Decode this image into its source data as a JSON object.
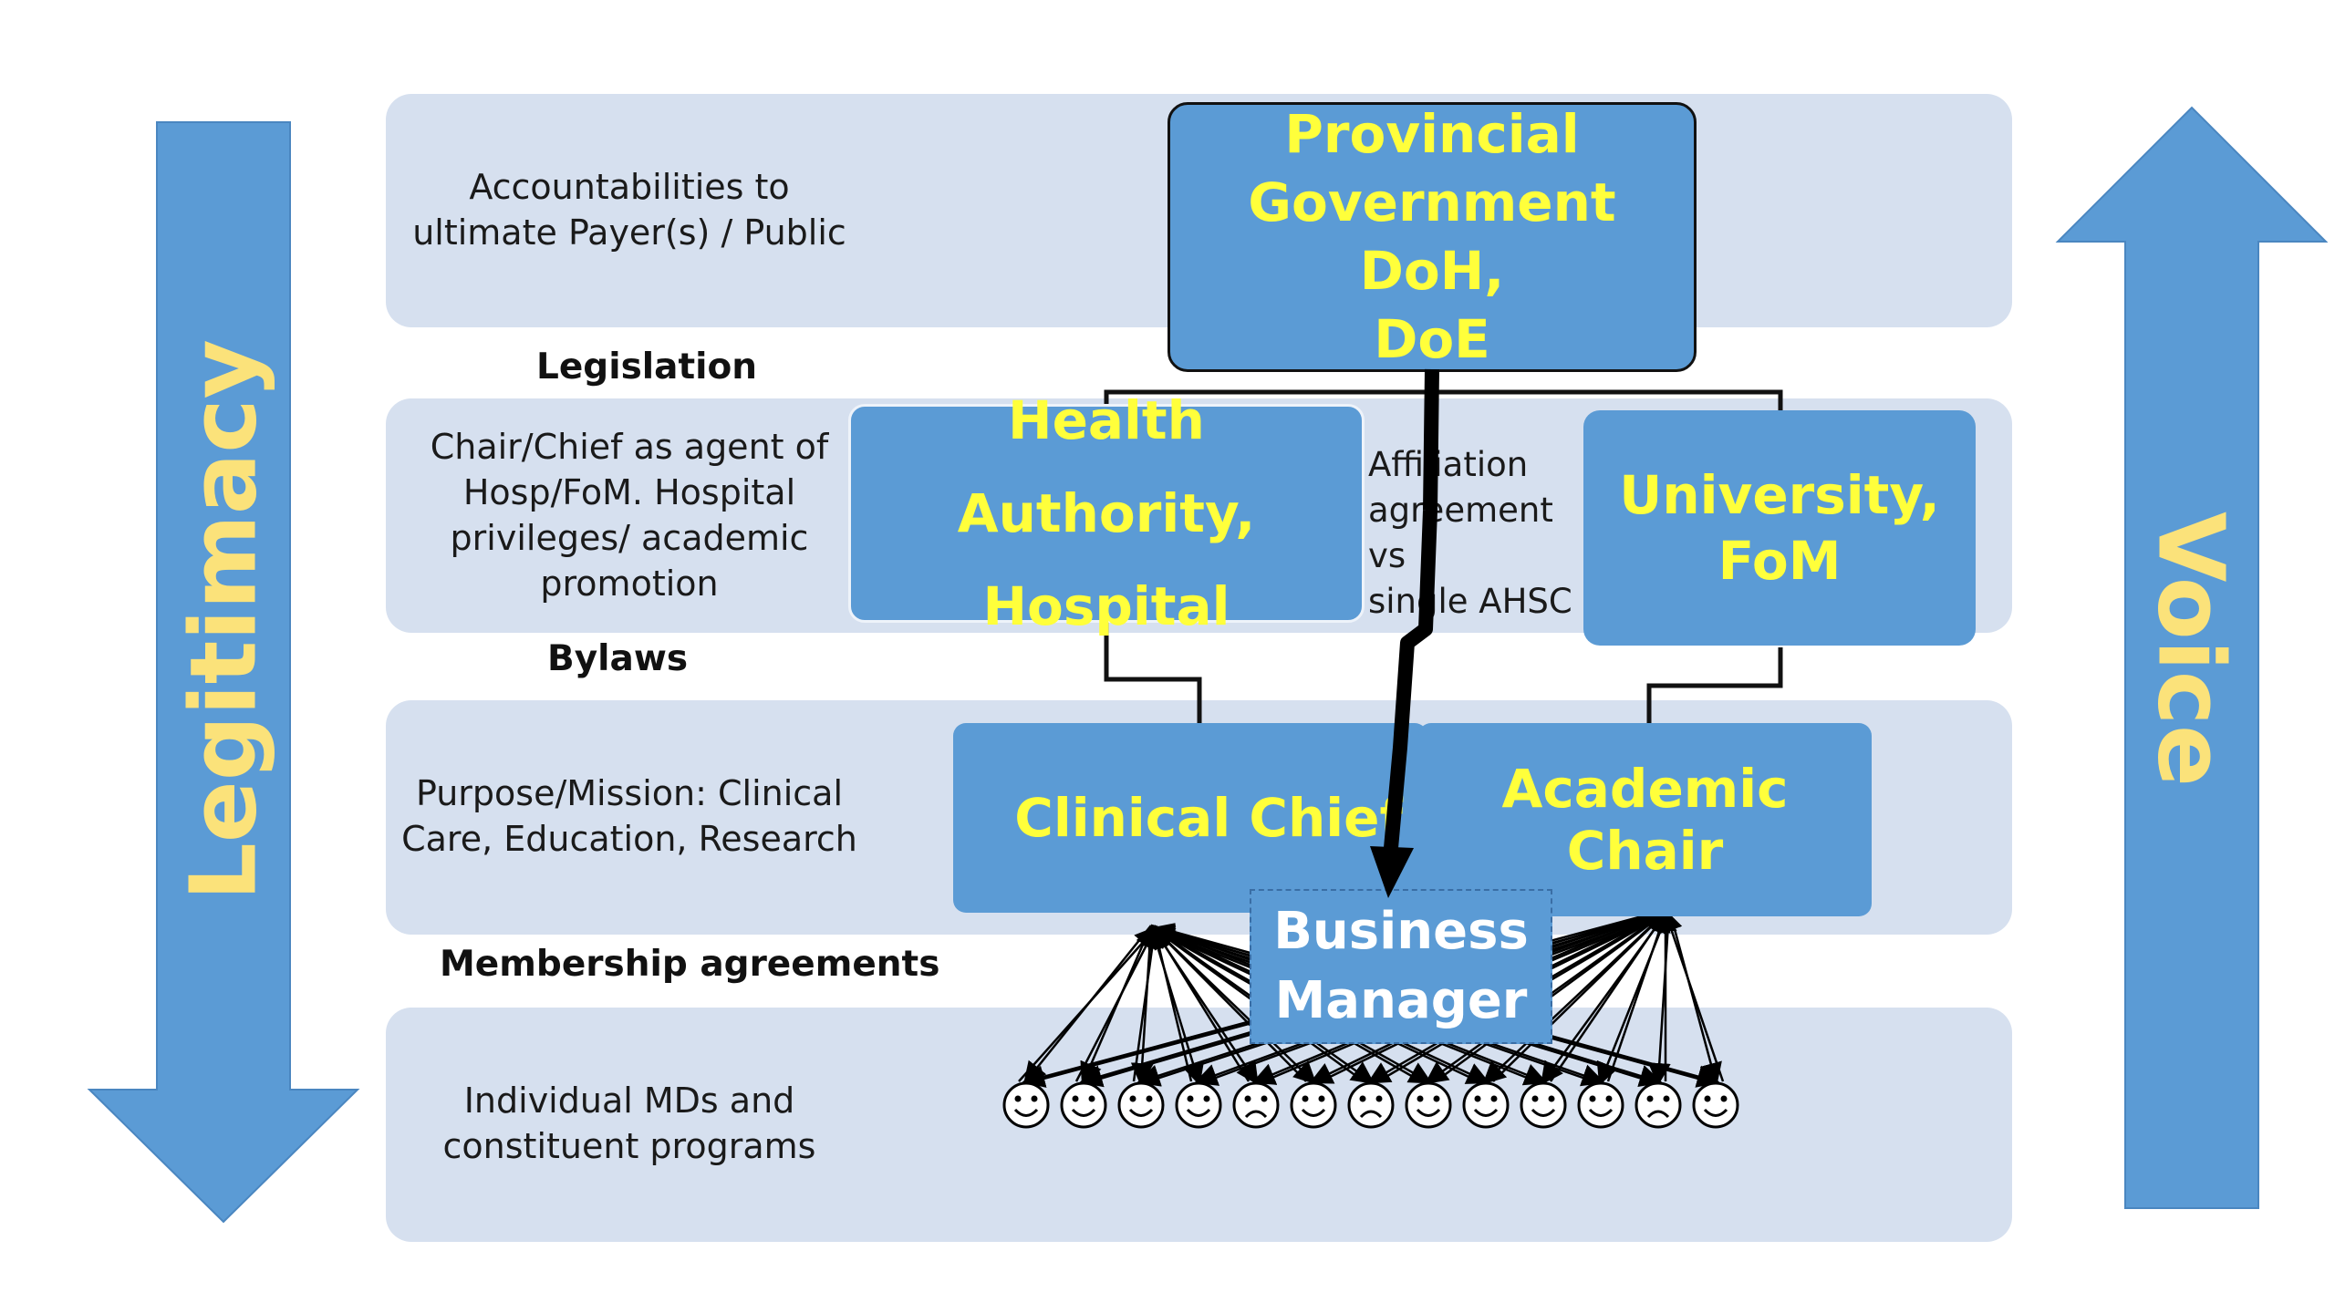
{
  "sides": {
    "left_label": "Legitimacy",
    "right_label": "Voice"
  },
  "bands": [
    {
      "text_lines": [
        "Accountabilities to",
        "ultimate Payer(s) / Public"
      ]
    },
    {
      "text_lines": [
        "Chair/Chief as agent of",
        "Hosp/FoM. Hospital",
        "privileges/ academic",
        "promotion"
      ]
    },
    {
      "text_lines": [
        "Purpose/Mission: Clinical",
        "Care, Education, Research"
      ]
    },
    {
      "text_lines": [
        "Individual MDs and",
        "constituent programs"
      ]
    }
  ],
  "between_labels": {
    "legislation": "Legislation",
    "bylaws": "Bylaws",
    "membership": "Membership agreements"
  },
  "boxes": {
    "provincial": [
      "Provincial",
      "Government DoH,",
      "DoE"
    ],
    "health_authority": [
      "Health Authority,",
      "Hospital"
    ],
    "university": [
      "University,",
      "FoM"
    ],
    "clinical_chief": "Clinical Chief",
    "academic_chair": "Academic Chair",
    "business_manager": [
      "Business",
      "Manager"
    ]
  },
  "affiliation_lines": [
    "Affiliation",
    "agreement vs",
    "single AHSC"
  ],
  "faces": [
    "happy",
    "happy",
    "happy",
    "happy",
    "sad",
    "happy",
    "sad",
    "happy",
    "happy",
    "happy",
    "happy",
    "sad",
    "happy"
  ],
  "colors": {
    "box_blue": "#5b9bd5",
    "band_blue": "#d6e0ef",
    "box_text_yellow": "#ffff3b",
    "side_label_yellow": "#fbe27a"
  }
}
